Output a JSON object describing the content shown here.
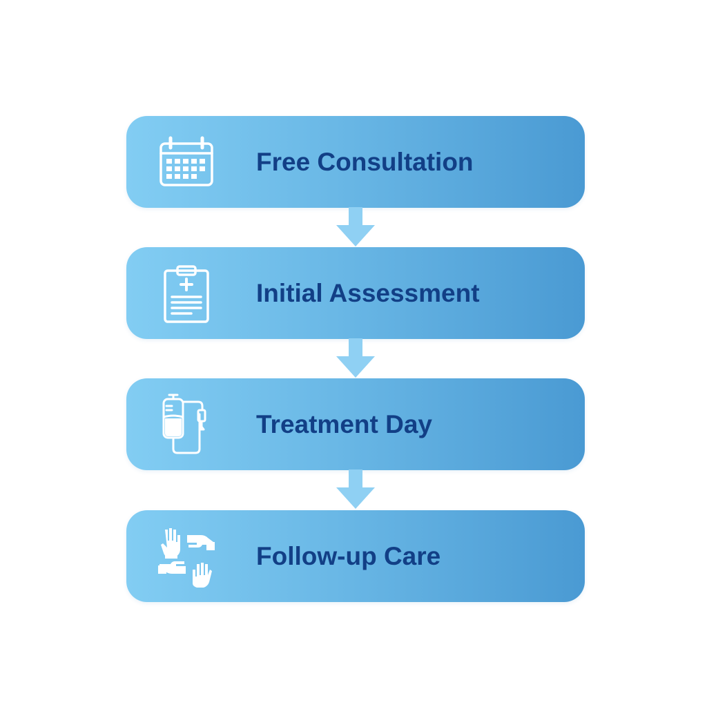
{
  "colors": {
    "background": "#ffffff",
    "step_gradient_start": "#82cdf3",
    "step_gradient_end": "#4a9ad3",
    "label_text": "#123f86",
    "icon_stroke": "#ffffff",
    "arrow": "#8fd0f3"
  },
  "steps": [
    {
      "label": "Free Consultation",
      "icon": "calendar-icon"
    },
    {
      "label": "Initial Assessment",
      "icon": "clipboard-icon"
    },
    {
      "label": "Treatment Day",
      "icon": "iv-bag-icon"
    },
    {
      "label": "Follow-up Care",
      "icon": "hands-icon"
    }
  ],
  "connectors": [
    {
      "icon": "arrow-down-icon"
    },
    {
      "icon": "arrow-down-icon"
    },
    {
      "icon": "arrow-down-icon"
    }
  ]
}
